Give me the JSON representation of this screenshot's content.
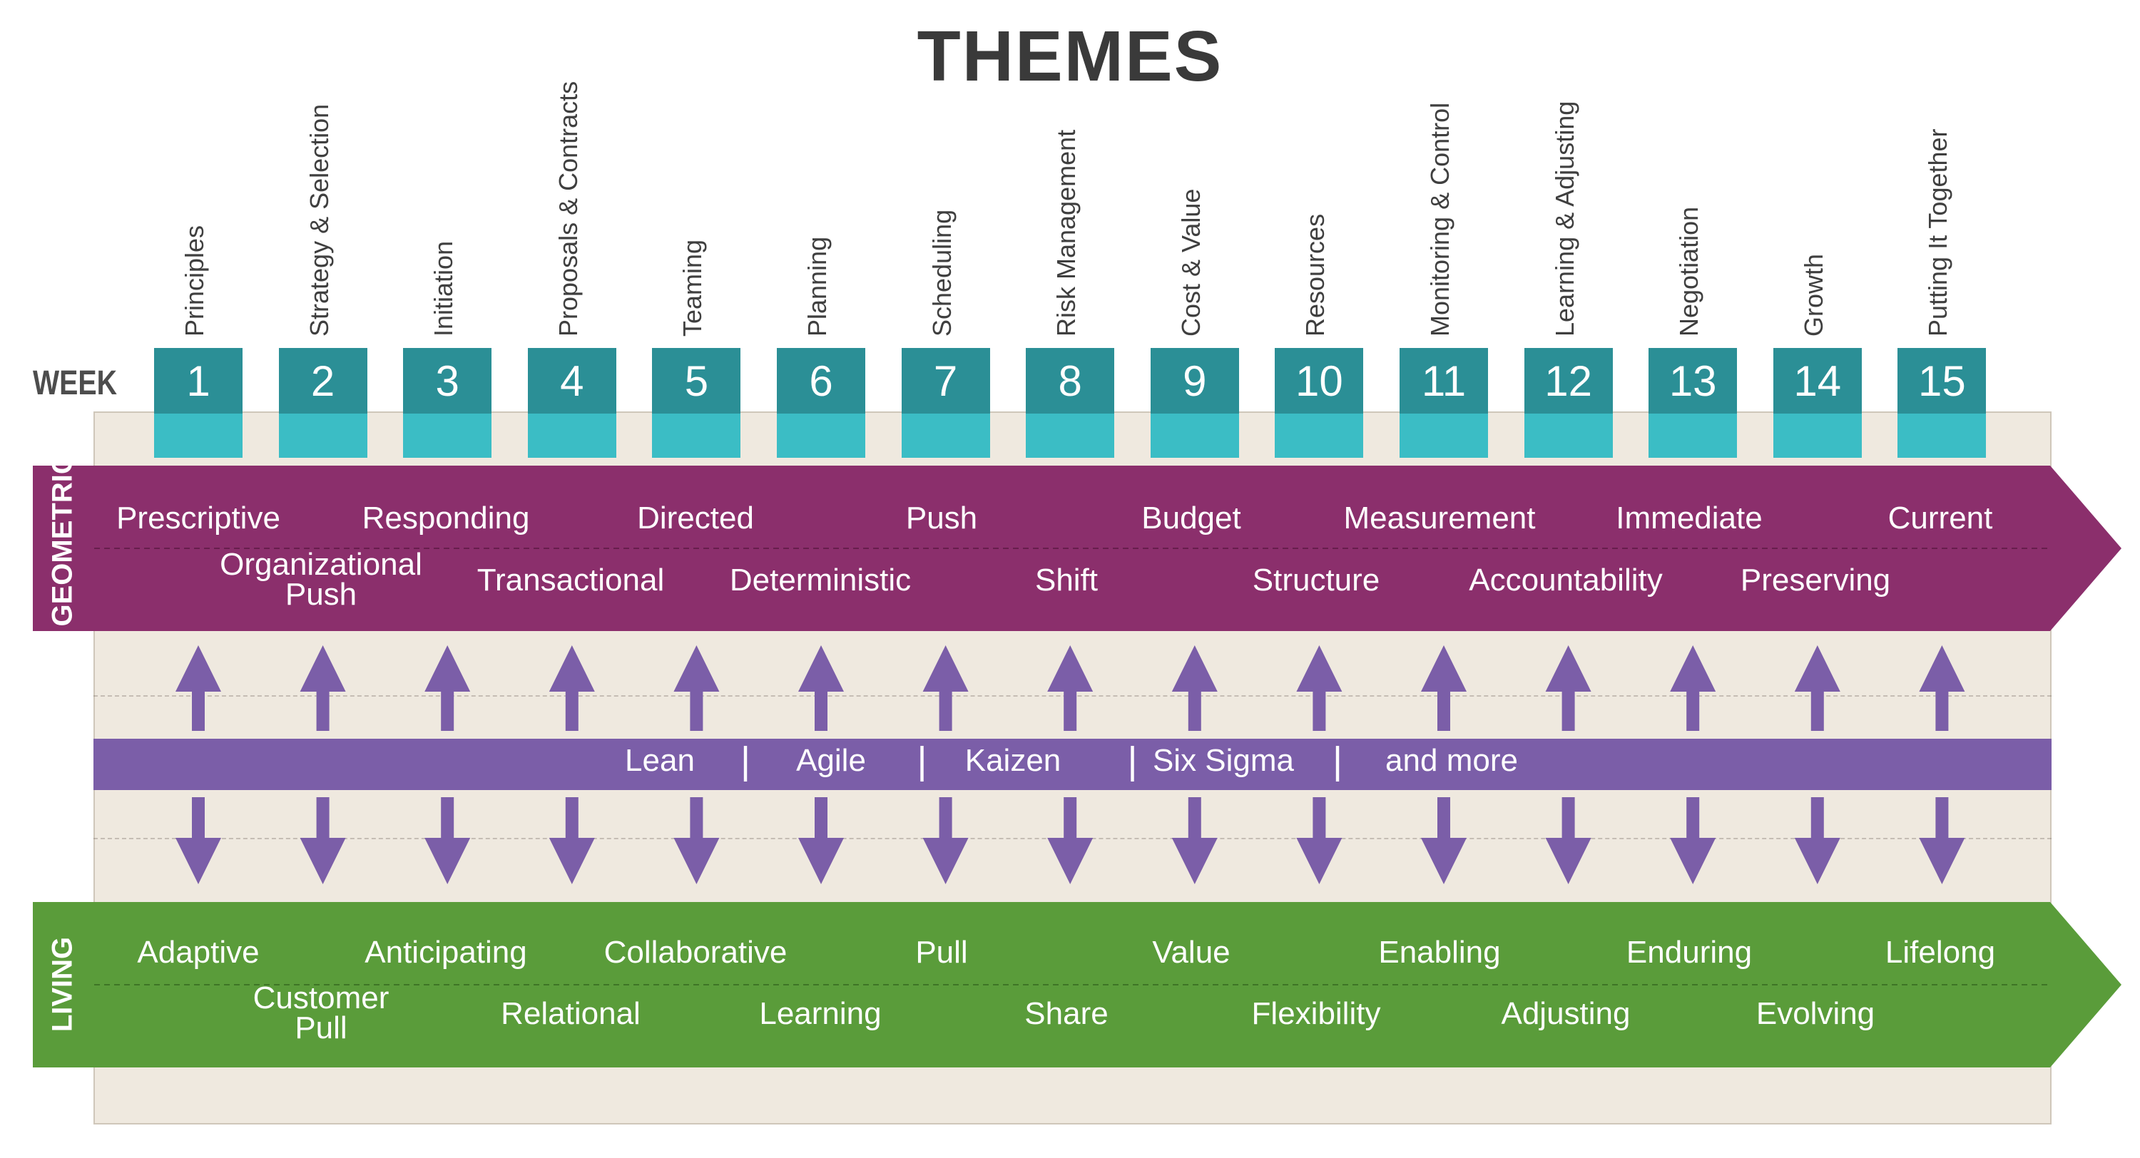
{
  "title": "THEMES",
  "week_label": "WEEK",
  "weeks": [
    {
      "num": "1",
      "topic": "Principles"
    },
    {
      "num": "2",
      "topic": "Strategy & Selection"
    },
    {
      "num": "3",
      "topic": "Initiation"
    },
    {
      "num": "4",
      "topic": "Proposals & Contracts"
    },
    {
      "num": "5",
      "topic": "Teaming"
    },
    {
      "num": "6",
      "topic": "Planning"
    },
    {
      "num": "7",
      "topic": "Scheduling"
    },
    {
      "num": "8",
      "topic": "Risk Management"
    },
    {
      "num": "9",
      "topic": "Cost & Value"
    },
    {
      "num": "10",
      "topic": "Resources"
    },
    {
      "num": "11",
      "topic": "Monitoring & Control"
    },
    {
      "num": "12",
      "topic": "Learning & Adjusting"
    },
    {
      "num": "13",
      "topic": "Negotiation"
    },
    {
      "num": "14",
      "topic": "Growth"
    },
    {
      "num": "15",
      "topic": "Putting It Together"
    }
  ],
  "geometric": {
    "label": "GEOMETRIC",
    "color": "#8b2f6c",
    "arrow_color": "#9b3a84",
    "top_row": [
      "Prescriptive",
      "Responding",
      "Directed",
      "Push",
      "Budget",
      "Measurement",
      "Immediate",
      "Current"
    ],
    "bottom_row": [
      [
        "Organizational",
        "Push"
      ],
      [
        "Transactional"
      ],
      [
        "Deterministic"
      ],
      [
        "Shift"
      ],
      [
        "Structure"
      ],
      [
        "Accountability"
      ],
      [
        "Preserving"
      ]
    ]
  },
  "methods": {
    "color": "#7b5ea8",
    "items": [
      "Lean",
      "Agile",
      "Kaizen",
      "Six Sigma",
      "and more"
    ],
    "separator": "|"
  },
  "living": {
    "label": "LIVING",
    "color": "#5a9c3a",
    "arrow_color": "#6ab344",
    "top_row": [
      "Adaptive",
      "Anticipating",
      "Collaborative",
      "Pull",
      "Value",
      "Enabling",
      "Enduring",
      "Lifelong"
    ],
    "bottom_row": [
      [
        "Customer",
        "Pull"
      ],
      [
        "Relational"
      ],
      [
        "Learning"
      ],
      [
        "Share"
      ],
      [
        "Flexibility"
      ],
      [
        "Adjusting"
      ],
      [
        "Evolving"
      ]
    ]
  },
  "arrow_color": "#7b5ea8"
}
